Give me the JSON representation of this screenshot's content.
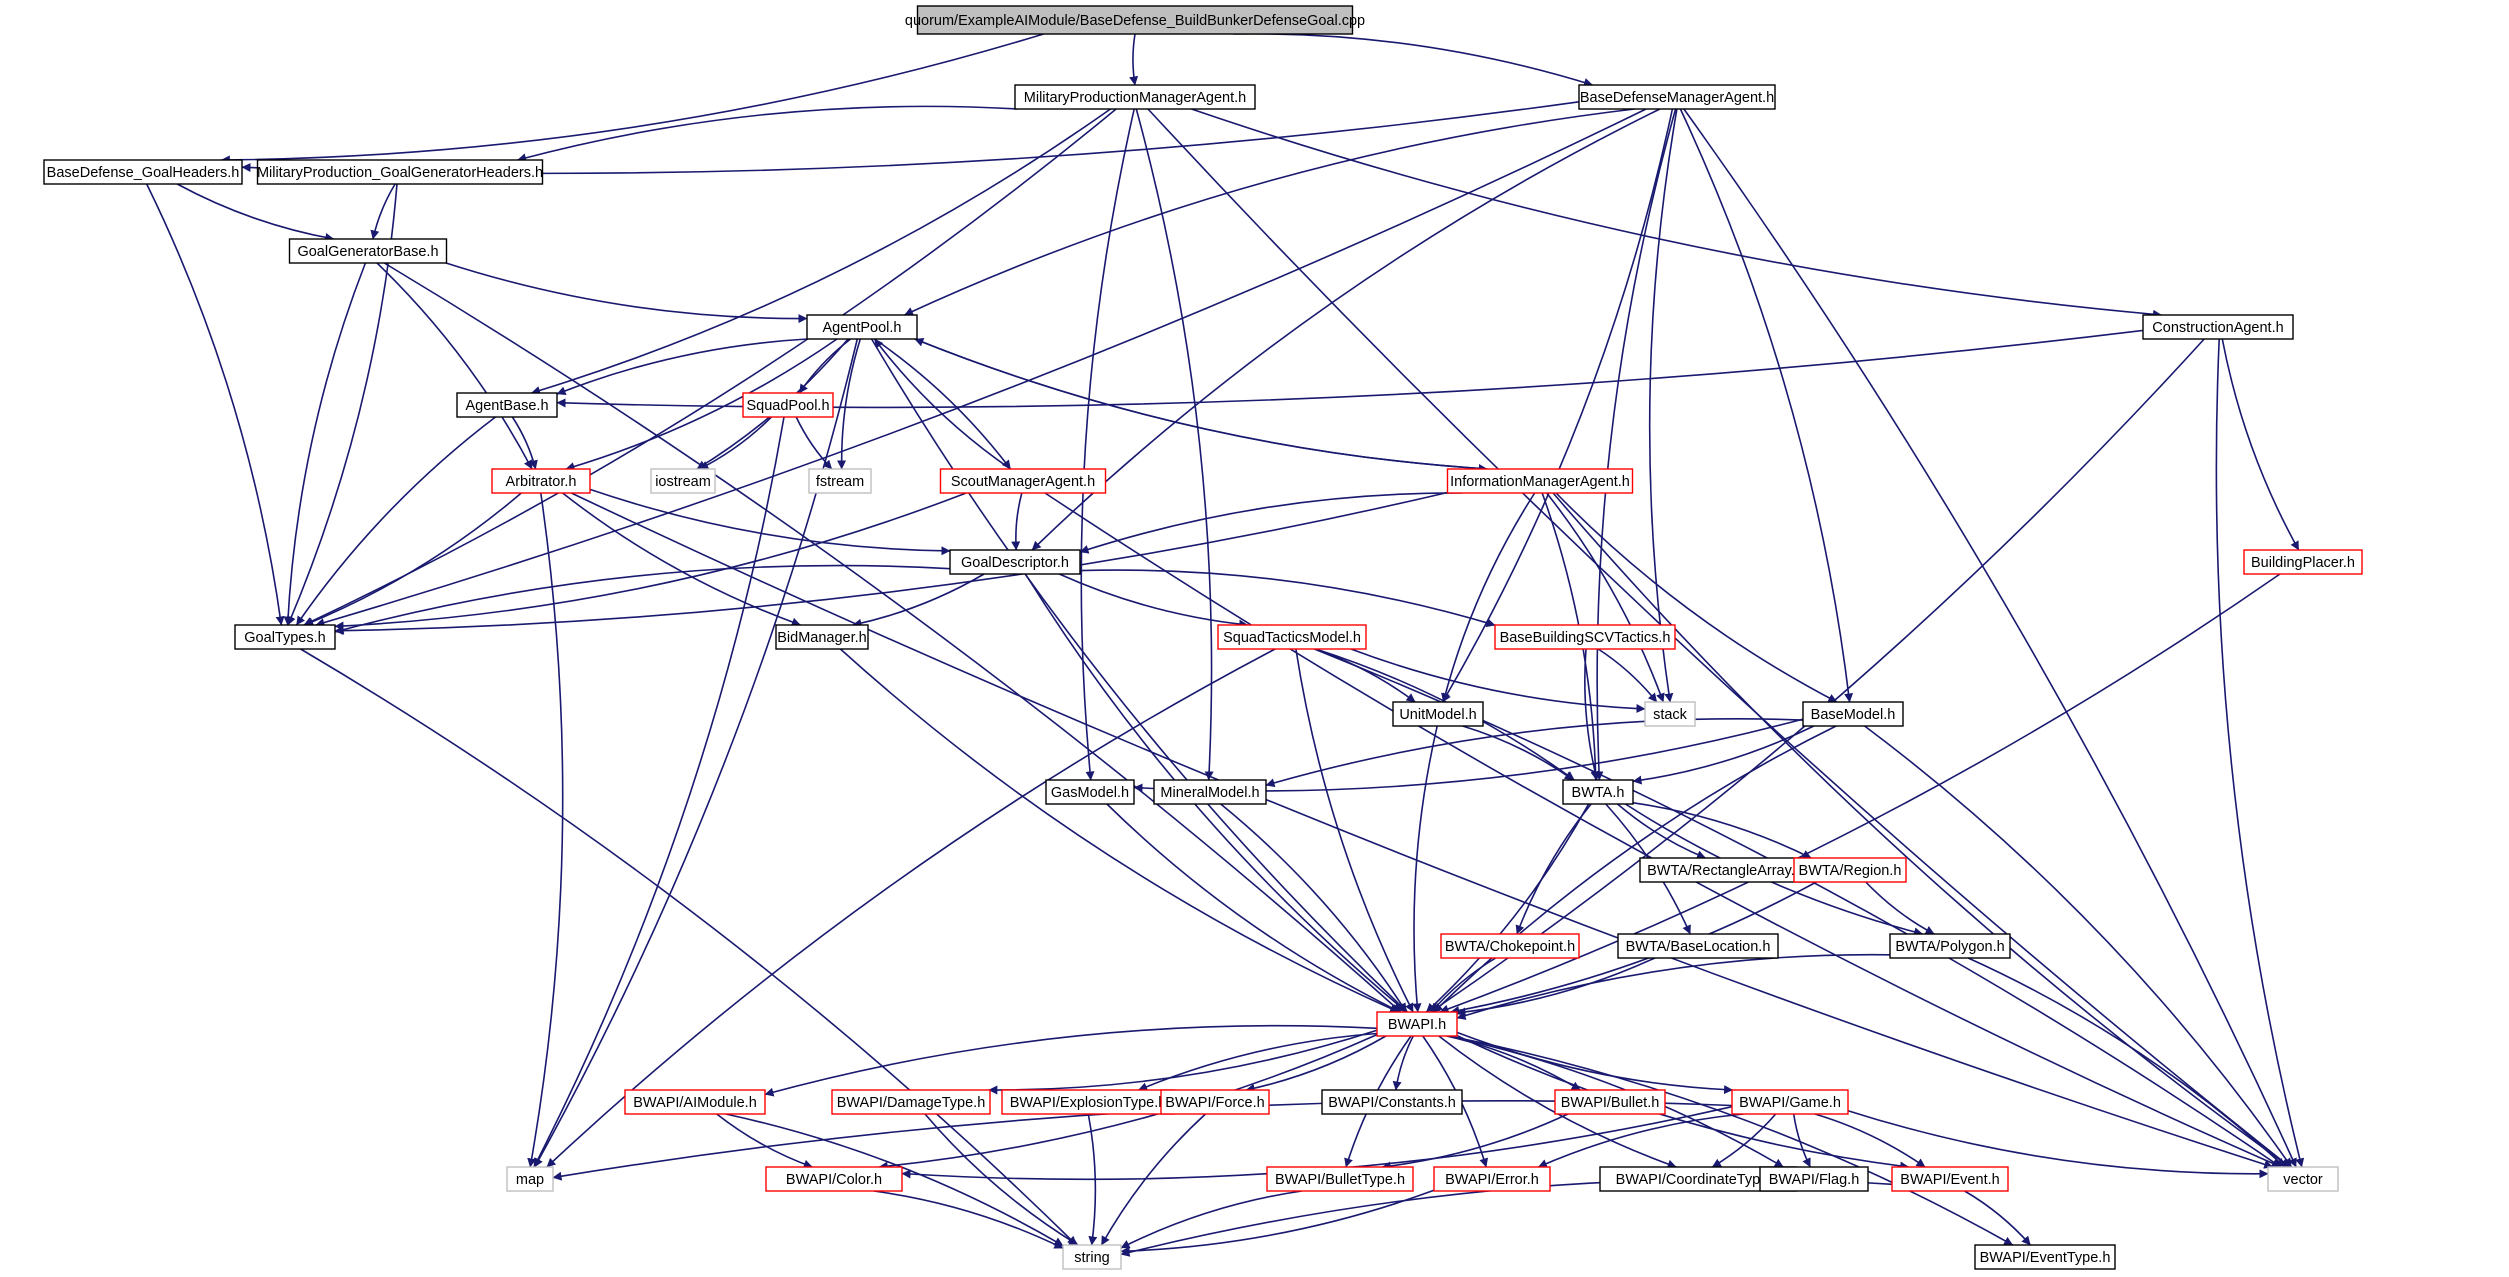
{
  "graph": {
    "colors": {
      "edge": "#191970",
      "border_default": "#000000",
      "border_truncated": "#ff0000",
      "border_system": "#bfbfbf",
      "root_fill": "#bfbfbf",
      "node_fill": "#ffffff"
    },
    "nodes": [
      {
        "id": "root",
        "label": "quorum/ExampleAIModule/BaseDefense_BuildBunkerDefenseGoal.cpp",
        "style": "root"
      },
      {
        "id": "mpma",
        "label": "MilitaryProductionManagerAgent.h",
        "style": "normal"
      },
      {
        "id": "bdma",
        "label": "BaseDefenseManagerAgent.h",
        "style": "normal"
      },
      {
        "id": "bdgh",
        "label": "BaseDefense_GoalHeaders.h",
        "style": "normal"
      },
      {
        "id": "mpggh",
        "label": "MilitaryProduction_GoalGeneratorHeaders.h",
        "style": "normal"
      },
      {
        "id": "ggb",
        "label": "GoalGeneratorBase.h",
        "style": "normal"
      },
      {
        "id": "ap",
        "label": "AgentPool.h",
        "style": "normal"
      },
      {
        "id": "ca",
        "label": "ConstructionAgent.h",
        "style": "normal"
      },
      {
        "id": "ab",
        "label": "AgentBase.h",
        "style": "normal"
      },
      {
        "id": "sp",
        "label": "SquadPool.h",
        "style": "truncated"
      },
      {
        "id": "arb",
        "label": "Arbitrator.h",
        "style": "truncated"
      },
      {
        "id": "ios",
        "label": "iostream",
        "style": "system"
      },
      {
        "id": "fst",
        "label": "fstream",
        "style": "system"
      },
      {
        "id": "sma",
        "label": "ScoutManagerAgent.h",
        "style": "truncated"
      },
      {
        "id": "ima",
        "label": "InformationManagerAgent.h",
        "style": "truncated"
      },
      {
        "id": "bp",
        "label": "BuildingPlacer.h",
        "style": "truncated"
      },
      {
        "id": "gd",
        "label": "GoalDescriptor.h",
        "style": "normal"
      },
      {
        "id": "gt",
        "label": "GoalTypes.h",
        "style": "normal"
      },
      {
        "id": "bm",
        "label": "BidManager.h",
        "style": "normal"
      },
      {
        "id": "stm",
        "label": "SquadTacticsModel.h",
        "style": "truncated"
      },
      {
        "id": "bbst",
        "label": "BaseBuildingSCVTactics.h",
        "style": "truncated"
      },
      {
        "id": "stk",
        "label": "stack",
        "style": "system"
      },
      {
        "id": "um",
        "label": "UnitModel.h",
        "style": "normal"
      },
      {
        "id": "bmo",
        "label": "BaseModel.h",
        "style": "normal"
      },
      {
        "id": "gm",
        "label": "GasModel.h",
        "style": "normal"
      },
      {
        "id": "mm",
        "label": "MineralModel.h",
        "style": "normal"
      },
      {
        "id": "bwta",
        "label": "BWTA.h",
        "style": "normal"
      },
      {
        "id": "ra",
        "label": "BWTA/RectangleArray.h",
        "style": "normal"
      },
      {
        "id": "reg",
        "label": "BWTA/Region.h",
        "style": "truncated"
      },
      {
        "id": "cp",
        "label": "BWTA/Chokepoint.h",
        "style": "truncated"
      },
      {
        "id": "bl",
        "label": "BWTA/BaseLocation.h",
        "style": "normal"
      },
      {
        "id": "poly",
        "label": "BWTA/Polygon.h",
        "style": "normal"
      },
      {
        "id": "bwapi",
        "label": "BWAPI.h",
        "style": "truncated"
      },
      {
        "id": "aim",
        "label": "BWAPI/AIModule.h",
        "style": "truncated"
      },
      {
        "id": "dt",
        "label": "BWAPI/DamageType.h",
        "style": "truncated"
      },
      {
        "id": "et",
        "label": "BWAPI/ExplosionType.h",
        "style": "truncated"
      },
      {
        "id": "frc",
        "label": "BWAPI/Force.h",
        "style": "truncated"
      },
      {
        "id": "cst",
        "label": "BWAPI/Constants.h",
        "style": "normal"
      },
      {
        "id": "bul",
        "label": "BWAPI/Bullet.h",
        "style": "truncated"
      },
      {
        "id": "game",
        "label": "BWAPI/Game.h",
        "style": "truncated"
      },
      {
        "id": "map",
        "label": "map",
        "style": "system"
      },
      {
        "id": "col",
        "label": "BWAPI/Color.h",
        "style": "truncated"
      },
      {
        "id": "bt",
        "label": "BWAPI/BulletType.h",
        "style": "truncated"
      },
      {
        "id": "err",
        "label": "BWAPI/Error.h",
        "style": "truncated"
      },
      {
        "id": "ct",
        "label": "BWAPI/CoordinateType.h",
        "style": "normal"
      },
      {
        "id": "flag",
        "label": "BWAPI/Flag.h",
        "style": "normal"
      },
      {
        "id": "evt",
        "label": "BWAPI/Event.h",
        "style": "truncated"
      },
      {
        "id": "vec",
        "label": "vector",
        "style": "system"
      },
      {
        "id": "str",
        "label": "string",
        "style": "system"
      },
      {
        "id": "evtt",
        "label": "BWAPI/EventType.h",
        "style": "normal"
      }
    ],
    "edges": [
      [
        "root",
        "bdgh"
      ],
      [
        "root",
        "mpma"
      ],
      [
        "root",
        "bdma"
      ],
      [
        "mpma",
        "mpggh"
      ],
      [
        "mpma",
        "ab"
      ],
      [
        "mpma",
        "gm"
      ],
      [
        "mpma",
        "mm"
      ],
      [
        "mpma",
        "ca"
      ],
      [
        "mpma",
        "gt"
      ],
      [
        "mpma",
        "vec"
      ],
      [
        "bdma",
        "bdgh"
      ],
      [
        "bdma",
        "ap"
      ],
      [
        "bdma",
        "gt"
      ],
      [
        "bdma",
        "gd"
      ],
      [
        "bdma",
        "um"
      ],
      [
        "bdma",
        "stk"
      ],
      [
        "bdma",
        "bmo"
      ],
      [
        "bdma",
        "bwta"
      ],
      [
        "bdma",
        "vec"
      ],
      [
        "bdgh",
        "ggb"
      ],
      [
        "bdgh",
        "gt"
      ],
      [
        "mpggh",
        "ggb"
      ],
      [
        "mpggh",
        "gt"
      ],
      [
        "ggb",
        "ap"
      ],
      [
        "ggb",
        "arb"
      ],
      [
        "ggb",
        "gt"
      ],
      [
        "ggb",
        "bwapi"
      ],
      [
        "ap",
        "ab"
      ],
      [
        "ap",
        "arb"
      ],
      [
        "ap",
        "sp"
      ],
      [
        "ap",
        "ios"
      ],
      [
        "ap",
        "fst"
      ],
      [
        "ap",
        "sma"
      ],
      [
        "ap",
        "ima"
      ],
      [
        "ap",
        "map"
      ],
      [
        "ap",
        "bwapi"
      ],
      [
        "ca",
        "ab"
      ],
      [
        "ca",
        "bp"
      ],
      [
        "ca",
        "bwapi"
      ],
      [
        "ca",
        "vec"
      ],
      [
        "ab",
        "arb"
      ],
      [
        "ab",
        "gt"
      ],
      [
        "sp",
        "ios"
      ],
      [
        "sp",
        "fst"
      ],
      [
        "sp",
        "map"
      ],
      [
        "arb",
        "gd"
      ],
      [
        "arb",
        "gt"
      ],
      [
        "arb",
        "bm"
      ],
      [
        "arb",
        "map"
      ],
      [
        "arb",
        "vec"
      ],
      [
        "sma",
        "ap"
      ],
      [
        "sma",
        "gd"
      ],
      [
        "sma",
        "gt"
      ],
      [
        "sma",
        "vec"
      ],
      [
        "ima",
        "ap"
      ],
      [
        "ima",
        "gd"
      ],
      [
        "ima",
        "gt"
      ],
      [
        "ima",
        "um"
      ],
      [
        "ima",
        "stk"
      ],
      [
        "ima",
        "bmo"
      ],
      [
        "ima",
        "bwta"
      ],
      [
        "ima",
        "vec"
      ],
      [
        "bp",
        "bwapi"
      ],
      [
        "gd",
        "gt"
      ],
      [
        "gd",
        "bm"
      ],
      [
        "gd",
        "stm"
      ],
      [
        "gd",
        "bbst"
      ],
      [
        "gd",
        "bwapi"
      ],
      [
        "gt",
        "str"
      ],
      [
        "bm",
        "bwapi"
      ],
      [
        "stm",
        "um"
      ],
      [
        "stm",
        "stk"
      ],
      [
        "stm",
        "bwta"
      ],
      [
        "stm",
        "map"
      ],
      [
        "stm",
        "vec"
      ],
      [
        "stm",
        "bwapi"
      ],
      [
        "bbst",
        "stk"
      ],
      [
        "bbst",
        "bwta"
      ],
      [
        "um",
        "bwta"
      ],
      [
        "um",
        "bwapi"
      ],
      [
        "bmo",
        "gm"
      ],
      [
        "bmo",
        "mm"
      ],
      [
        "bmo",
        "bwta"
      ],
      [
        "bmo",
        "bwapi"
      ],
      [
        "bmo",
        "vec"
      ],
      [
        "gm",
        "bwapi"
      ],
      [
        "mm",
        "bwapi"
      ],
      [
        "bwta",
        "ra"
      ],
      [
        "bwta",
        "reg"
      ],
      [
        "bwta",
        "cp"
      ],
      [
        "bwta",
        "bl"
      ],
      [
        "bwta",
        "poly"
      ],
      [
        "bwta",
        "bwapi"
      ],
      [
        "reg",
        "poly"
      ],
      [
        "reg",
        "bwapi"
      ],
      [
        "cp",
        "bwapi"
      ],
      [
        "bl",
        "bwapi"
      ],
      [
        "poly",
        "bwapi"
      ],
      [
        "poly",
        "vec"
      ],
      [
        "bwapi",
        "aim"
      ],
      [
        "bwapi",
        "dt"
      ],
      [
        "bwapi",
        "et"
      ],
      [
        "bwapi",
        "frc"
      ],
      [
        "bwapi",
        "cst"
      ],
      [
        "bwapi",
        "bul"
      ],
      [
        "bwapi",
        "game"
      ],
      [
        "bwapi",
        "col"
      ],
      [
        "bwapi",
        "bt"
      ],
      [
        "bwapi",
        "err"
      ],
      [
        "bwapi",
        "ct"
      ],
      [
        "bwapi",
        "flag"
      ],
      [
        "bwapi",
        "evt"
      ],
      [
        "bwapi",
        "evtt"
      ],
      [
        "aim",
        "col"
      ],
      [
        "aim",
        "str"
      ],
      [
        "dt",
        "str"
      ],
      [
        "et",
        "str"
      ],
      [
        "frc",
        "str"
      ],
      [
        "bul",
        "bt"
      ],
      [
        "game",
        "map"
      ],
      [
        "game",
        "col"
      ],
      [
        "game",
        "err"
      ],
      [
        "game",
        "ct"
      ],
      [
        "game",
        "flag"
      ],
      [
        "game",
        "evt"
      ],
      [
        "game",
        "vec"
      ],
      [
        "col",
        "str"
      ],
      [
        "bt",
        "str"
      ],
      [
        "err",
        "str"
      ],
      [
        "evt",
        "str"
      ],
      [
        "evt",
        "evtt"
      ]
    ]
  }
}
